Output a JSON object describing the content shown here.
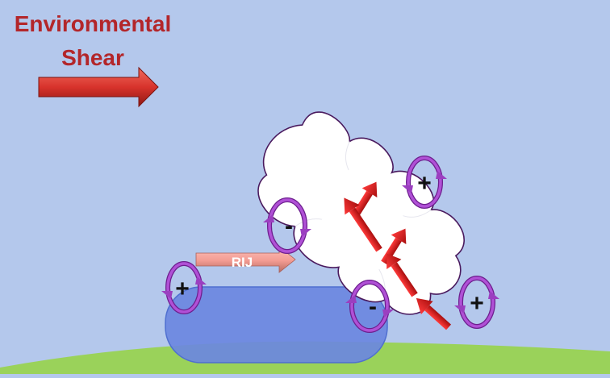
{
  "title_line1": "Environmental",
  "title_line2": "Shear",
  "rij_label": "RIJ",
  "signs": {
    "plus_top_right": "+",
    "minus_left_cloud": "-",
    "plus_left_pool": "+",
    "minus_pool": "-",
    "plus_bottom_right": "+"
  },
  "colors": {
    "sky": "#b4c8ec",
    "ground": "#9ad25a",
    "cold_pool": "#6b87e0",
    "cloud_outline": "#4a1a5e",
    "updraft_arrow": "#e01e1e",
    "shear_arrow": "#d8332c",
    "rij_arrow": "#f6a39c",
    "vortex": "#9b3fc0"
  }
}
